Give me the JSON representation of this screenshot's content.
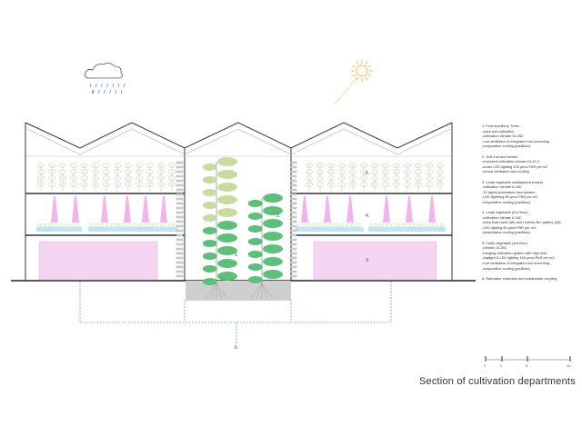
{
  "title": "Section of cultivation departments",
  "colors": {
    "led": "#f0a0e8",
    "pink_rack": "#f5d6f2",
    "foliage_light": "#c8dca0",
    "foliage_dark": "#5cc07a",
    "soil": "#cfcfcf",
    "water": "#3a6fd8",
    "sun": "#f2b84a"
  },
  "icons": [
    "cloud-rain-icon",
    "sun-icon"
  ],
  "zone_labels": {
    "z1": "1.",
    "z2": "2.",
    "z3": "3.",
    "z4": "4.",
    "z5": "5.",
    "z6": "6."
  },
  "legend": [
    {
      "heading": "1. Fruit and Berry Trees",
      "lines": [
        "-open soil cultivation",
        "-cultivation climate 10-25C",
        "-roof ventilation & integrated sun screening",
        "-evaporative cooling (pad&fan)"
      ]
    },
    {
      "heading": "2. Soft fruit and berries",
      "lines": [
        "-enclosed cultivation climate 15-20 C",
        "-under LED lighting 200 µmol PAR per m2",
        "-forced ventilation and cooling"
      ]
    },
    {
      "heading": "3. Leafy vegetable multilayered (racks)",
      "lines": [
        "-cultivation climate 6-18C",
        "-19 layers automated rack system",
        "-LED lightning 80 µmol PAR per m2",
        "-evaporative cooling (pad&fan)"
      ]
    },
    {
      "heading": "4. Leafy vegetable (2nd floor)",
      "lines": [
        "-cultivation climate 6-18C",
        "-deep float basin (dft) and nutrient film gutters (nft)",
        "-LED lighting 80 µmol PAR per m2",
        "-evaporative cooling (pad&fan)"
      ]
    },
    {
      "heading": "5. Fruity vegetable (3rd floor)",
      "lines": [
        "-climate 15-25C",
        "-hanging cultivation gutters with high wire",
        "-daylight & LED lighting 160 µmol PAR per m2",
        "-roof ventilation & integrated sun screening",
        "-evaporative cooling (pad&fan)"
      ]
    },
    {
      "heading": "6. Rainwater collection and wastewater recyling",
      "lines": []
    }
  ],
  "scale": {
    "ticks": [
      "0",
      "2",
      "5",
      "10"
    ]
  }
}
